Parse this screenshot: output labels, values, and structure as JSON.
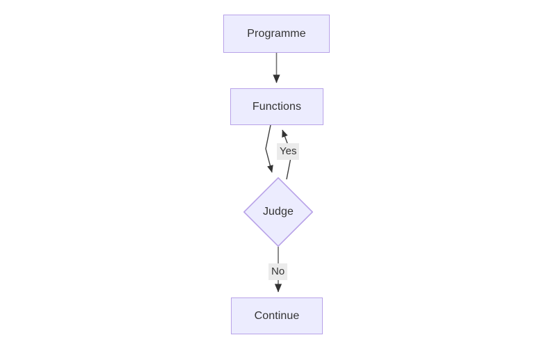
{
  "diagram": {
    "type": "flowchart",
    "orientation": "top-down",
    "background_color": "#ffffff",
    "node_fill_color": "#ececfe",
    "node_border_color": "#b8a2e8",
    "node_text_color": "#333333",
    "edge_line_color": "#707070",
    "arrowhead_color": "#333333",
    "edge_label_background": "#ebebeb",
    "nodes": [
      {
        "id": "programme",
        "label": "Programme",
        "shape": "rectangle"
      },
      {
        "id": "functions",
        "label": "Functions",
        "shape": "rectangle"
      },
      {
        "id": "judge",
        "label": "Judge",
        "shape": "diamond"
      },
      {
        "id": "continue",
        "label": "Continue",
        "shape": "rectangle"
      }
    ],
    "edges": [
      {
        "from": "programme",
        "to": "functions",
        "label": ""
      },
      {
        "from": "functions",
        "to": "judge",
        "label": ""
      },
      {
        "from": "judge",
        "to": "functions",
        "label": "Yes"
      },
      {
        "from": "judge",
        "to": "continue",
        "label": "No"
      }
    ],
    "edge_labels": {
      "yes": "Yes",
      "no": "No"
    }
  }
}
